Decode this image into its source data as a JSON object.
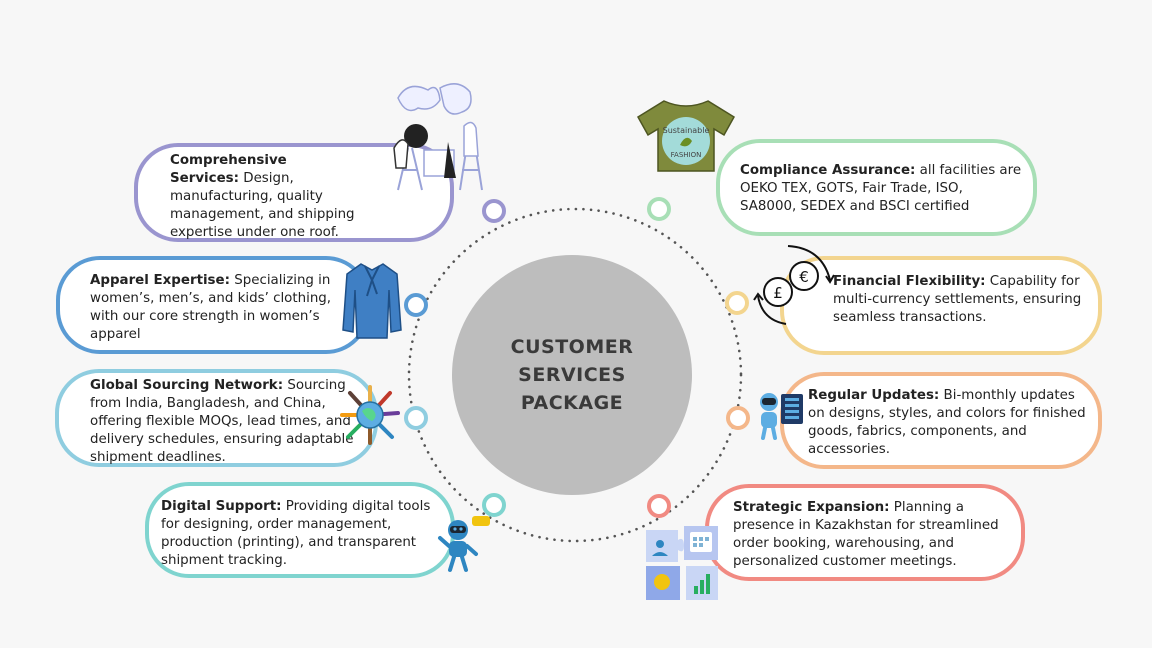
{
  "hub": {
    "title_line1": "CUSTOMER",
    "title_line2": "SERVICES",
    "title_line3": "PACKAGE"
  },
  "colors": {
    "purple": "#9a95cf",
    "blue": "#5a9bd4",
    "light_blue": "#8fcde0",
    "teal": "#7fd4cf",
    "green": "#a8dfb6",
    "yellow": "#f3d58f",
    "orange": "#f4b78a",
    "coral": "#f18a82",
    "hub": "#bdbdbd"
  },
  "cards": [
    {
      "title": "Comprehensive Services:",
      "text": " Design, manufacturing, quality management, and shipping expertise under one roof."
    },
    {
      "title": "Apparel Expertise:",
      "text": " Specializing in women’s, men’s, and kids’ clothing, with  our core strength in women’s apparel"
    },
    {
      "title": "Global Sourcing Network:",
      "text": " Sourcing from India, Bangladesh, and China, offering flexible MOQs, lead times, and delivery schedules, ensuring adaptable shipment deadlines."
    },
    {
      "title": "Digital Support:",
      "text": " Providing digital tools for designing, order management, production (printing), and transparent shipment tracking."
    },
    {
      "title": "Compliance Assurance:",
      "text": " all facilities are OEKO TEX, GOTS, Fair Trade, ISO, SA8000, SEDEX and BSCI certified"
    },
    {
      "title": "Financial Flexibility:",
      "text": " Capability for multi-currency settlements, ensuring seamless transactions."
    },
    {
      "title": "Regular Updates:",
      "text": " Bi-monthly updates on designs, styles, and colors for finished goods, fabrics, components, and accessories."
    },
    {
      "title": "Strategic Expansion:",
      "text": " Planning a presence in Kazakhstan for streamlined order booking, warehousing, and personalized customer meetings."
    }
  ],
  "icons": {
    "designers": "designers-illustration-icon",
    "shirt": "blouse-icon",
    "globe": "globe-hands-icon",
    "robot_left": "robot-assistant-icon",
    "tshirt": "sustainable-tshirt-icon",
    "tshirt_text_1": "Sustainable",
    "tshirt_text_2": "FASHION",
    "currency": "currency-exchange-icon",
    "robot_right": "robot-chart-icon",
    "puzzle": "puzzle-icon"
  }
}
